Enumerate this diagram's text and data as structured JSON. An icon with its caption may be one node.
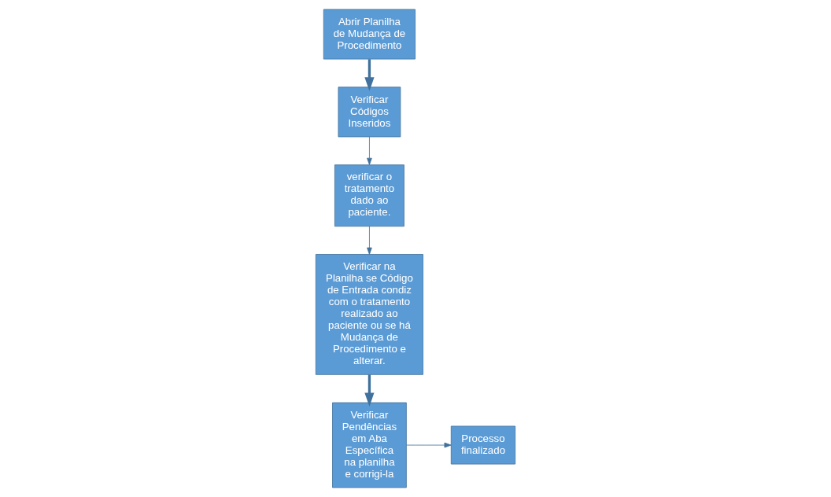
{
  "diagram": {
    "nodes": [
      {
        "text": [
          "Abrir Planilha de Mudança de Procedimento"
        ]
      },
      {
        "text": [
          "Verificar Códigos Inseridos"
        ]
      },
      {
        "text": [
          "verificar o tratamento dado ao paciente."
        ]
      },
      {
        "text": [
          "Verificar na Planilha se Código de Entrada condiz com o tratamento realizado ao paciente ou se há Mudança de Procedimento e alterar."
        ]
      },
      {
        "text": [
          "Verificar Pendências em Aba Específica na planilha e corrigi-la"
        ]
      },
      {
        "text": [
          "Processo finalizado"
        ]
      }
    ],
    "edges": [
      {
        "from": 0,
        "to": 1,
        "arrow": "to",
        "style": "thick"
      },
      {
        "from": 1,
        "to": 2,
        "arrow": "to"
      },
      {
        "from": 2,
        "to": 3,
        "arrow": "to"
      },
      {
        "from": 3,
        "to": 4,
        "arrow": "to",
        "style": "thick"
      },
      {
        "from": 4,
        "to": 5,
        "arrow": "to"
      }
    ]
  }
}
